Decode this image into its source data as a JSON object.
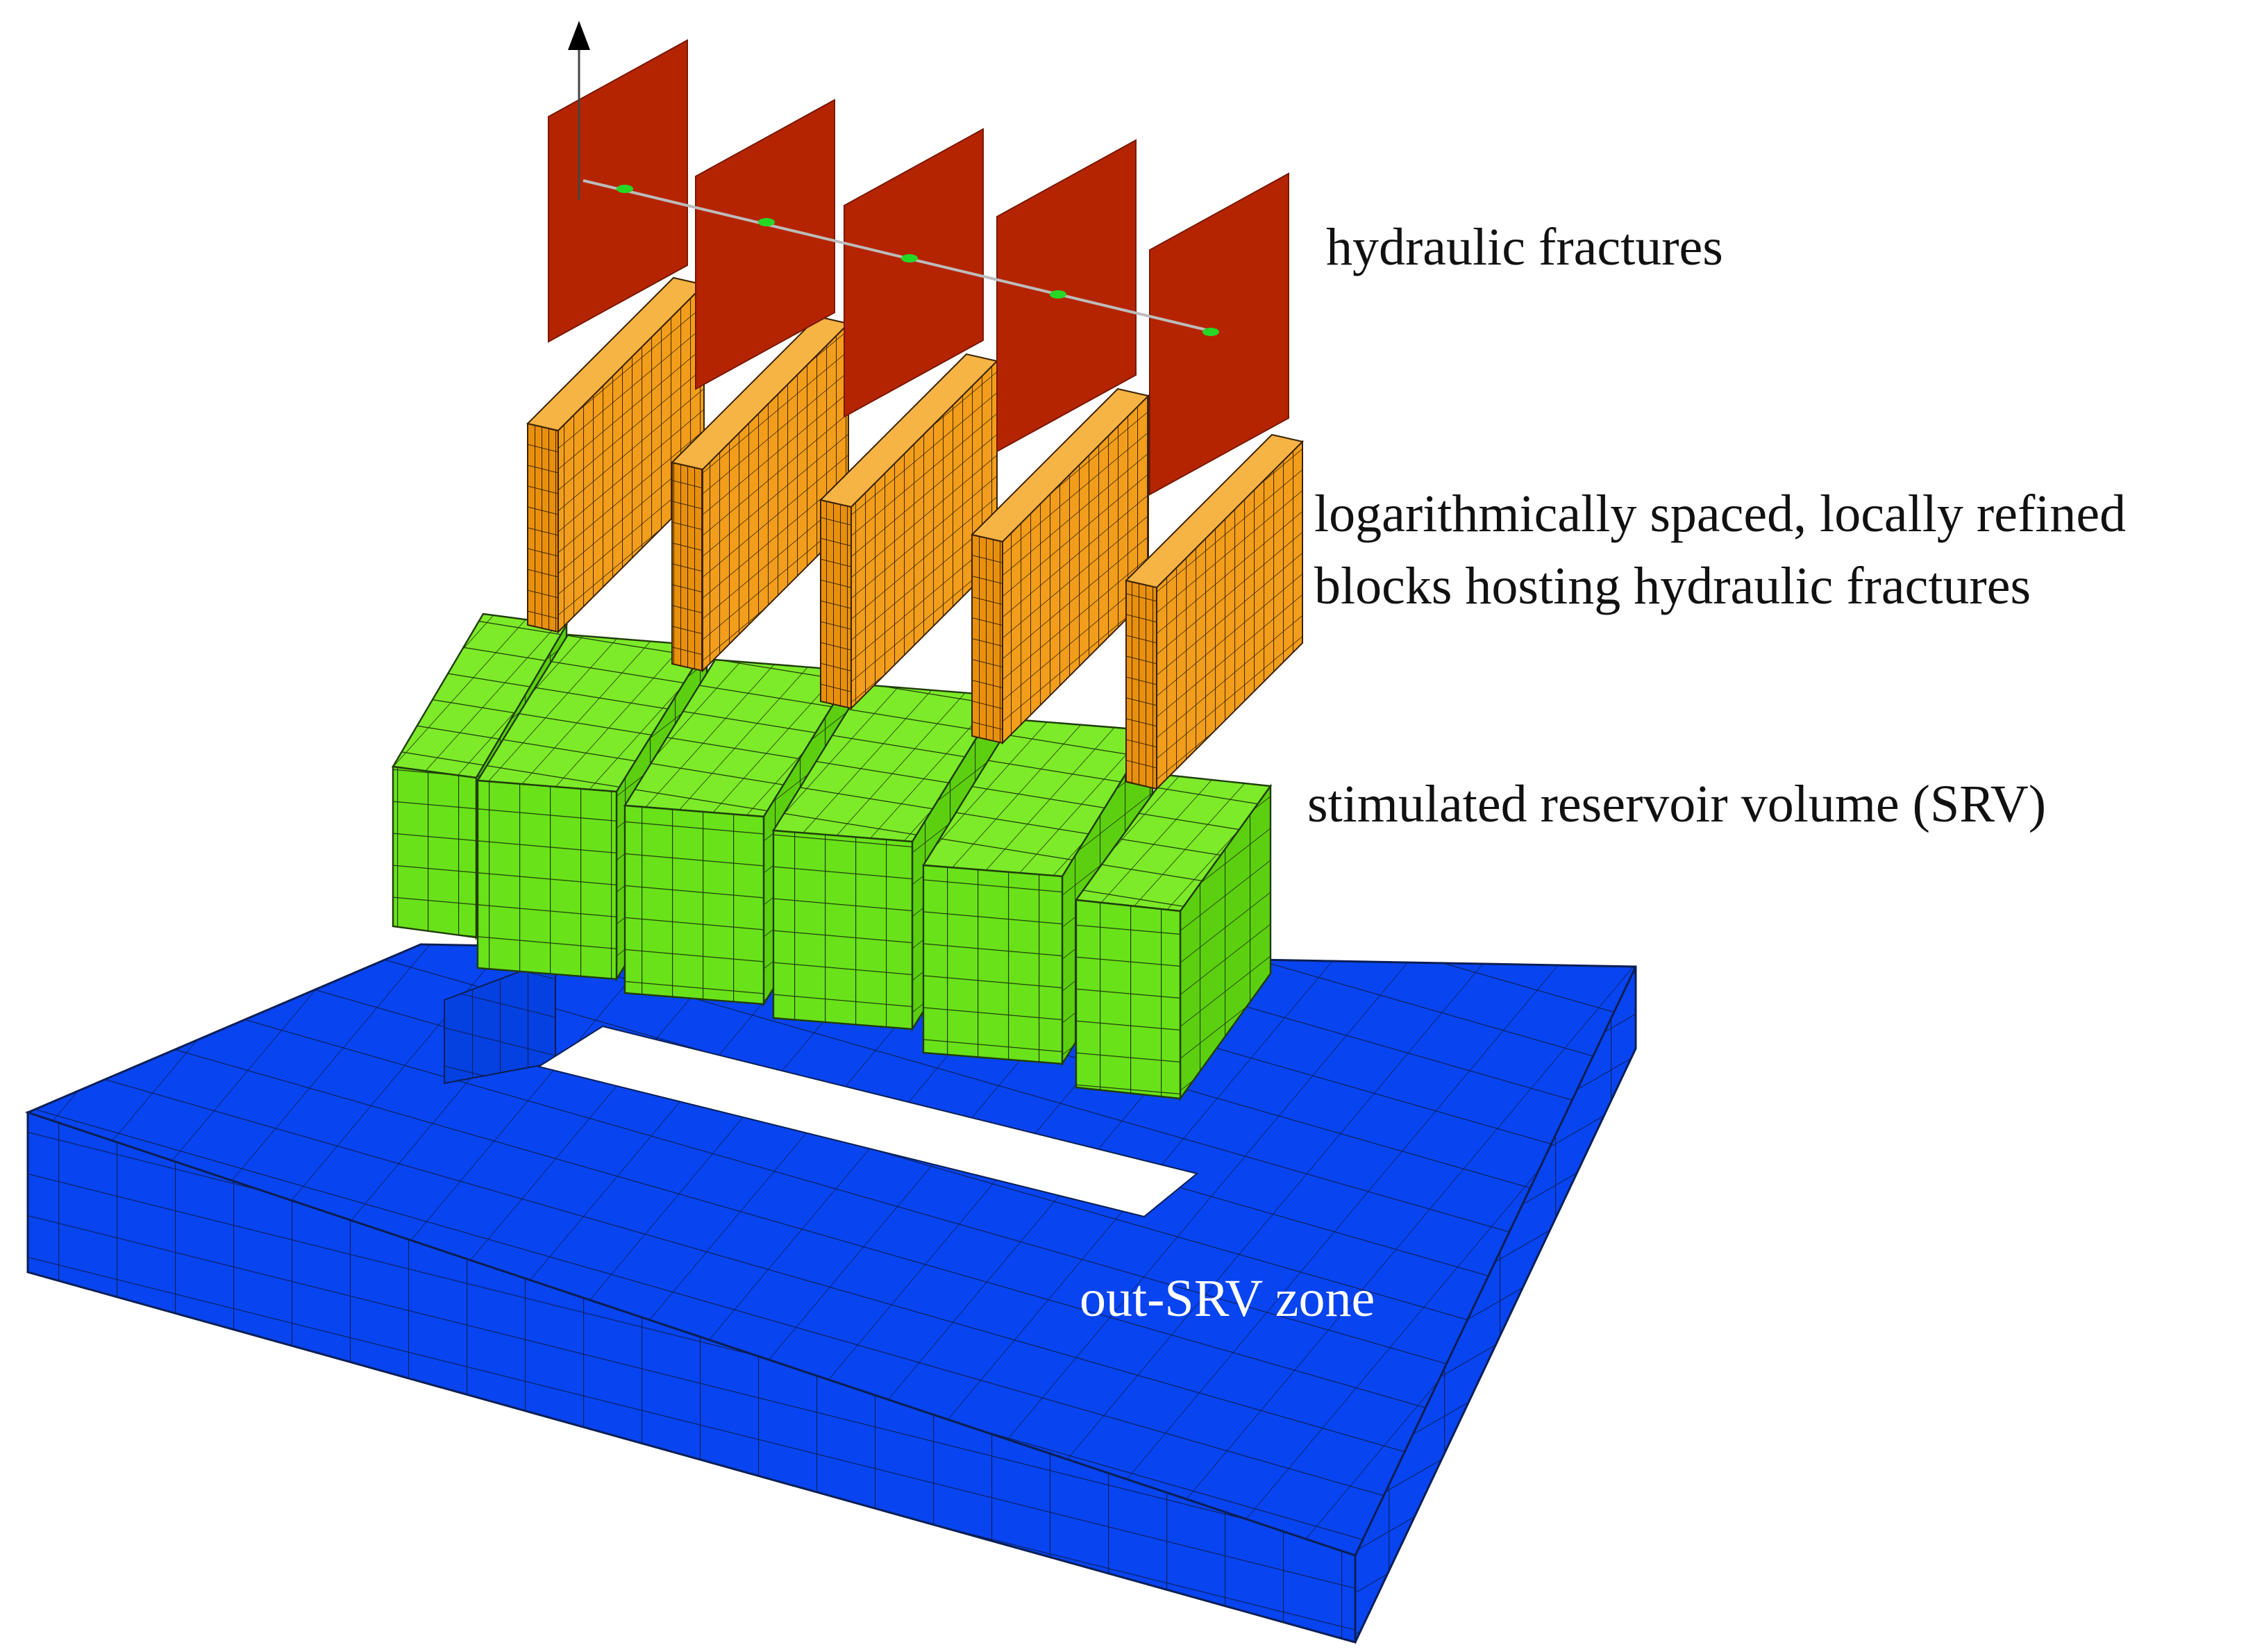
{
  "labels": {
    "hydraulic_fractures": "hydraulic fractures",
    "lgr_line1": "logarithmically spaced, locally refined",
    "lgr_line2": "blocks hosting hydraulic fractures",
    "srv": "stimulated reservoir volume (SRV)",
    "out_srv": "out-SRV zone"
  },
  "colors": {
    "fracture": "#b52400",
    "lgr_block": "#f29e1c",
    "srv_block": "#6ae21a",
    "out_srv_block": "#0844f0",
    "grid_line": "#0b1f55",
    "wellbore": "#bcbcbc",
    "perforation": "#26d826"
  },
  "counts": {
    "hydraulic_fractures": 5,
    "lgr_blocks": 5,
    "srv_columns": 6
  }
}
